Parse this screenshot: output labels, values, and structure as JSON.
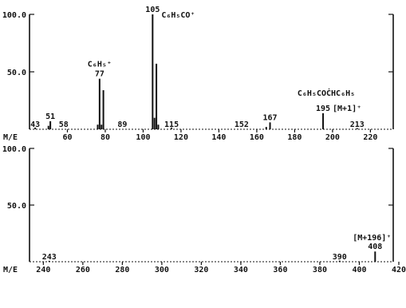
{
  "chart_data": [
    {
      "type": "bar",
      "axis_title": "M/E",
      "xlim": [
        40,
        235
      ],
      "ylim": [
        0,
        100
      ],
      "x_ticks": [
        60,
        80,
        100,
        120,
        140,
        160,
        180,
        200,
        220
      ],
      "x_tick_labels": [
        "60",
        "80",
        "100",
        "120",
        "140",
        "160",
        "180",
        "200",
        "220"
      ],
      "y_ticks": [
        50,
        100
      ],
      "y_tick_labels": [
        "50.0",
        "100.0"
      ],
      "peaks": [
        {
          "x": 43,
          "y": 1.5
        },
        {
          "x": 50,
          "y": 3
        },
        {
          "x": 51,
          "y": 7
        },
        {
          "x": 76,
          "y": 4
        },
        {
          "x": 77,
          "y": 44
        },
        {
          "x": 78,
          "y": 4
        },
        {
          "x": 79,
          "y": 34
        },
        {
          "x": 105,
          "y": 100
        },
        {
          "x": 106,
          "y": 10
        },
        {
          "x": 107,
          "y": 57
        },
        {
          "x": 108,
          "y": 4
        },
        {
          "x": 115,
          "y": 1.5
        },
        {
          "x": 165,
          "y": 2
        },
        {
          "x": 167,
          "y": 6
        },
        {
          "x": 195,
          "y": 14
        },
        {
          "x": 213,
          "y": 1
        }
      ],
      "mz_labels": [
        {
          "x": 43,
          "text": "43",
          "anchor_y": 1.5
        },
        {
          "x": 51,
          "text": "51",
          "anchor_y": 7
        },
        {
          "x": 58,
          "text": "58",
          "anchor_y": 1
        },
        {
          "x": 77,
          "text": "77",
          "anchor_y": 44
        },
        {
          "x": 89,
          "text": "89",
          "anchor_y": 1
        },
        {
          "x": 105,
          "text": "105",
          "anchor_y": 100
        },
        {
          "x": 115,
          "text": "115",
          "anchor_y": 1.5
        },
        {
          "x": 152,
          "text": "152",
          "anchor_y": 1
        },
        {
          "x": 167,
          "text": "167",
          "anchor_y": 6
        },
        {
          "x": 195,
          "text": "195",
          "anchor_y": 14
        },
        {
          "x": 213,
          "text": "213",
          "anchor_y": 1
        }
      ],
      "annotations": [
        {
          "x": 105,
          "text": "C₆H₅CO⁺",
          "attached_to": "105"
        },
        {
          "x": 77,
          "text": "C₆H₅⁺",
          "attached_to": "77"
        },
        {
          "x": 195,
          "text": "C₆H₅COĊHC₆H₅",
          "attached_to": "195"
        },
        {
          "x": 195,
          "text": "[M+1]⁺",
          "attached_to": "195"
        }
      ]
    },
    {
      "type": "bar",
      "axis_title": "M/E",
      "xlim": [
        233,
        420
      ],
      "ylim": [
        0,
        100
      ],
      "x_ticks": [
        240,
        260,
        280,
        300,
        320,
        340,
        360,
        380,
        400,
        420
      ],
      "x_tick_labels": [
        "240",
        "260",
        "280",
        "300",
        "320",
        "340",
        "360",
        "380",
        "400",
        "420"
      ],
      "y_ticks": [
        50,
        100
      ],
      "y_tick_labels": [
        "50.0",
        "100.0"
      ],
      "peaks": [
        {
          "x": 243,
          "y": 0.8
        },
        {
          "x": 390,
          "y": 1
        },
        {
          "x": 408,
          "y": 9
        }
      ],
      "mz_labels": [
        {
          "x": 243,
          "text": "243",
          "anchor_y": 0.8
        },
        {
          "x": 390,
          "text": "390",
          "anchor_y": 1
        },
        {
          "x": 408,
          "text": "408",
          "anchor_y": 9
        }
      ],
      "annotations": [
        {
          "x": 408,
          "text": "[M+196]⁺",
          "attached_to": "408"
        }
      ]
    }
  ]
}
